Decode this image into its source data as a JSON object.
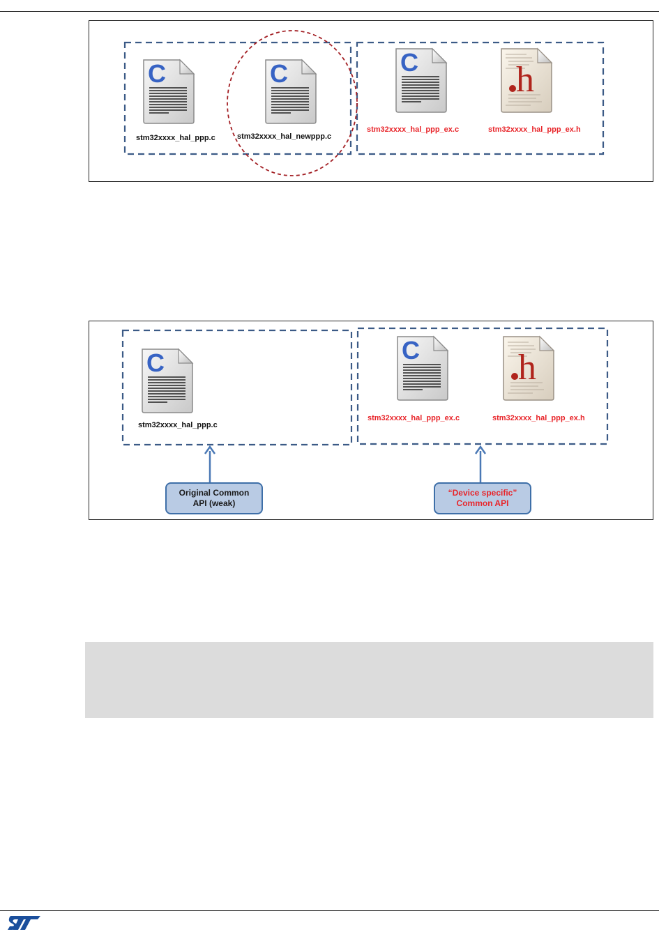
{
  "figure_top": {
    "files": [
      {
        "label": "stm32xxxx_hal_ppp.c",
        "color": "#111111",
        "icon": "c-source-file-icon"
      },
      {
        "label": "stm32xxxx_hal_newppp.c",
        "color": "#111111",
        "icon": "c-source-file-icon"
      },
      {
        "label": "stm32xxxx_hal_ppp_ex.c",
        "color": "#e8252a",
        "icon": "c-source-file-icon"
      },
      {
        "label": "stm32xxxx_hal_ppp_ex.h",
        "color": "#e8252a",
        "icon": "h-header-file-icon"
      }
    ]
  },
  "figure_bottom": {
    "files": [
      {
        "label": "stm32xxxx_hal_ppp.c",
        "color": "#111111",
        "icon": "c-source-file-icon"
      },
      {
        "label": "stm32xxxx_hal_ppp_ex.c",
        "color": "#e8252a",
        "icon": "c-source-file-icon"
      },
      {
        "label": "stm32xxxx_hal_ppp_ex.h",
        "color": "#e8252a",
        "icon": "h-header-file-icon"
      }
    ],
    "callout_left": {
      "line1": "Original Common",
      "line2": "API (weak)"
    },
    "callout_right": {
      "line1": "“Device specific”",
      "line2": "Common  API"
    }
  },
  "colors": {
    "dash": "#3b5a86",
    "circle": "#a31f24",
    "callout_fill": "#b9cbe4",
    "callout_border": "#3e6fa8",
    "accent_red": "#e8252a",
    "note_bg": "#dcdcdc",
    "logo": "#1b4f9c"
  },
  "logo": {
    "icon": "st-logo-icon"
  }
}
